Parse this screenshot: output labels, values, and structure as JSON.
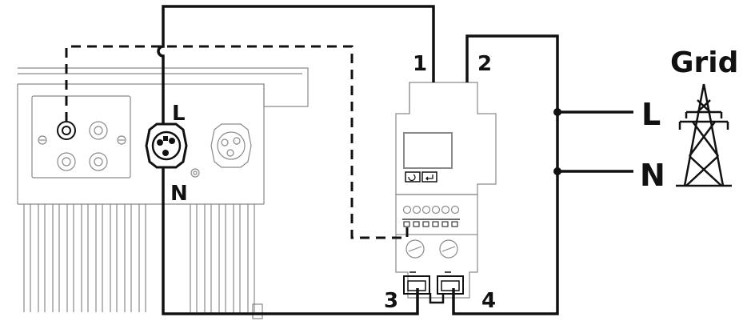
{
  "labels": {
    "inverter_L": "L",
    "inverter_N": "N",
    "meter_terminal_1": "1",
    "meter_terminal_2": "2",
    "meter_terminal_3": "3",
    "meter_terminal_4": "4",
    "grid_title": "Grid",
    "grid_L": "L",
    "grid_N": "N"
  },
  "colors": {
    "wire": "#111111",
    "outline": "#8a8a8a",
    "background": "#ffffff"
  },
  "icons": {
    "grid": "power-transmission-tower-icon",
    "meter": "din-rail-energy-meter"
  }
}
